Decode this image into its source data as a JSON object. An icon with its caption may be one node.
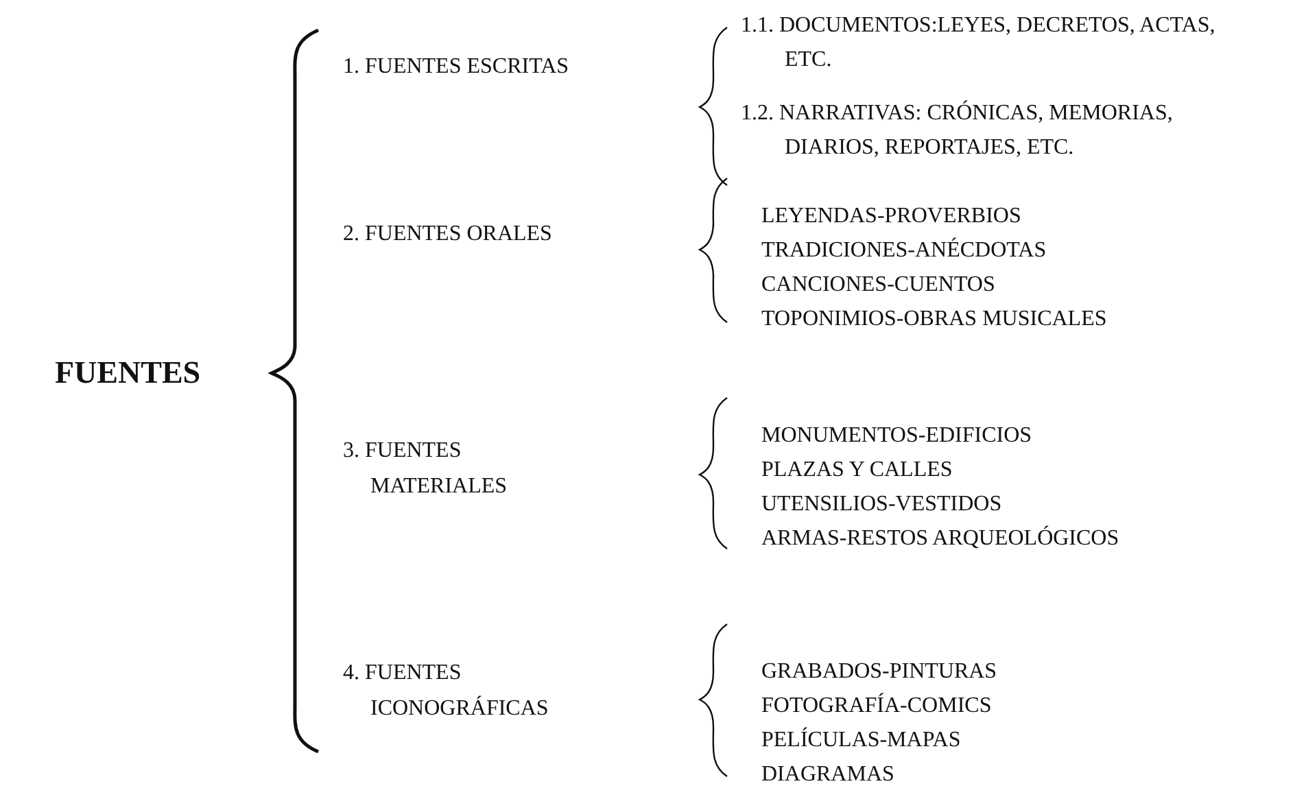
{
  "diagram": {
    "labels": [
      "FUENTES",
      "1. FUENTES ESCRITAS",
      "1.1. DOCUMENTOS:LEYES, DECRETOS, ACTAS, ETC.",
      "1.2. NARRATIVAS: CRÓNICAS, MEMORIAS, DIARIOS, REPORTAJES, ETC.",
      "2. FUENTES ORALES",
      "LEYENDAS-PROVERBIOS",
      "TRADICIONES-ANÉCDOTAS",
      "CANCIONES-CUENTOS",
      "TOPONIMIOS-OBRAS MUSICALES",
      "3. FUENTES MATERIALES",
      "MONUMENTOS-EDIFICIOS",
      "PLAZAS Y CALLES",
      "UTENSILIOS-VESTIDOS",
      "ARMAS-RESTOS ARQUEOLÓGICOS",
      "4. FUENTES ICONOGRÁFICAS",
      "GRABADOS-PINTURAS",
      "FOTOGRAFÍA-COMICS",
      "PELÍCULAS-MAPAS",
      "DIAGRAMAS"
    ]
  }
}
